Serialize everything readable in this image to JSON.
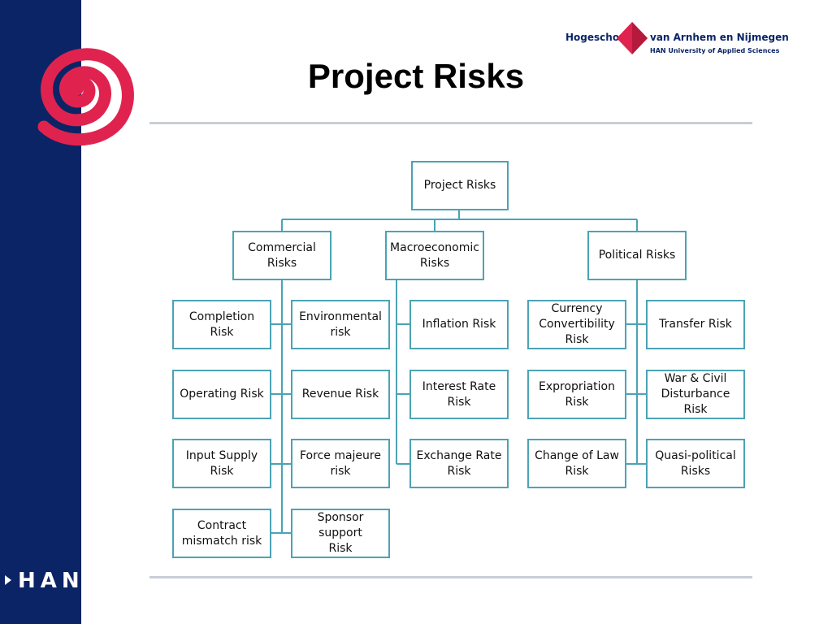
{
  "header": {
    "title": "Project Risks",
    "brand_left": "Hogeschool",
    "brand_right": "van Arnhem en Nijmegen",
    "brand_tagline": "HAN University of Applied Sciences"
  },
  "sidebar": {
    "wordmark": "HAN"
  },
  "diagram": {
    "root": "Project Risks",
    "commercial": {
      "label": "Commercial\nRisks",
      "children": [
        "Completion Risk",
        "Environmental\nrisk",
        "Operating Risk",
        "Revenue Risk",
        "Input Supply\nRisk",
        "Force majeure\nrisk",
        "Contract\nmismatch risk",
        "Sponsor support\nRisk"
      ]
    },
    "macro": {
      "label": "Macroeconomic\nRisks",
      "children": [
        "Inflation Risk",
        "Interest Rate\nRisk",
        "Exchange Rate\nRisk"
      ]
    },
    "political": {
      "label": "Political Risks",
      "children": [
        "Currency\nConvertibility\nRisk",
        "Transfer Risk",
        "Expropriation\nRisk",
        "War & Civil\nDisturbance Risk",
        "Change of Law\nRisk",
        "Quasi-political\nRisks"
      ]
    }
  },
  "colors": {
    "sidebar": "#0b2466",
    "accent": "#e0234e",
    "node_border": "#4ba3b5",
    "rule": "#c9ced6"
  }
}
